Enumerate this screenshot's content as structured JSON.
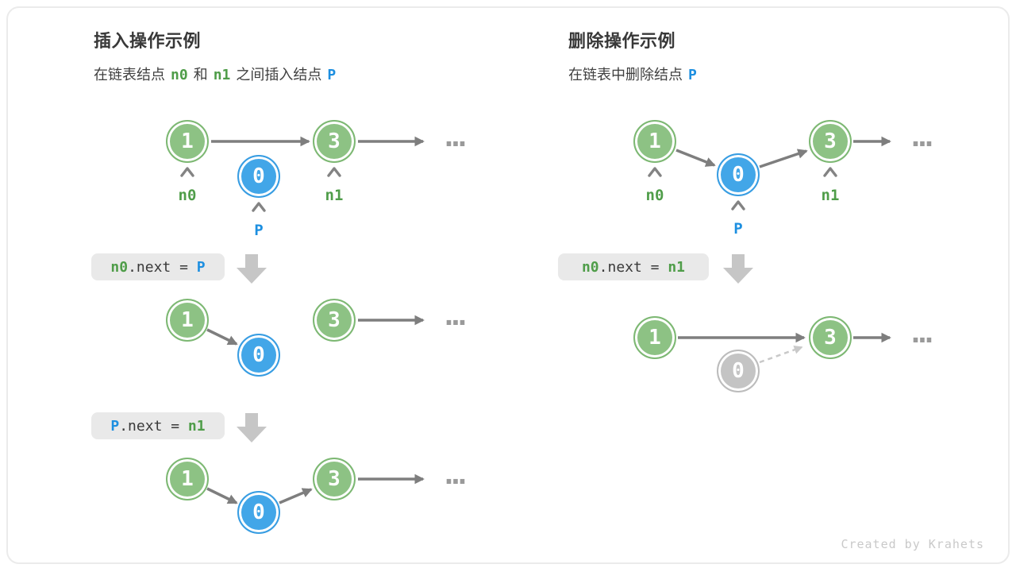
{
  "insert_panel": {
    "title": "插入操作示例",
    "subtitle": {
      "part1": "在链表结点",
      "n0": "n0",
      "part2": "和",
      "n1": "n1",
      "part3": "之间插入结点",
      "p": "P"
    },
    "code1": {
      "lhs": "n0",
      "mid": ".next = ",
      "rhs": "P"
    },
    "code2": {
      "lhs": "P",
      "mid": ".next = ",
      "rhs": "n1"
    }
  },
  "delete_panel": {
    "title": "删除操作示例",
    "subtitle": {
      "part1": "在链表中删除结点",
      "p": "P"
    },
    "code1": {
      "lhs": "n0",
      "mid": ".next = ",
      "rhs": "n1"
    }
  },
  "nodes": {
    "first": "1",
    "second": "3",
    "inserted": "0"
  },
  "labels": {
    "n0": "n0",
    "n1": "n1",
    "p": "P"
  },
  "ellipsis": "...",
  "footer": "Created by Krahets",
  "colors": {
    "node_green": "#8dc284",
    "node_blue": "#42a6e8",
    "node_gray": "#c4c4c4",
    "arrow_gray": "#7e7e7e",
    "dashed_gray": "#c9c9c9",
    "block_arrow": "#c6c6c6",
    "code_bg": "#e9e9e9",
    "text_green": "#4f9d49",
    "text_blue": "#1d8fe0"
  }
}
